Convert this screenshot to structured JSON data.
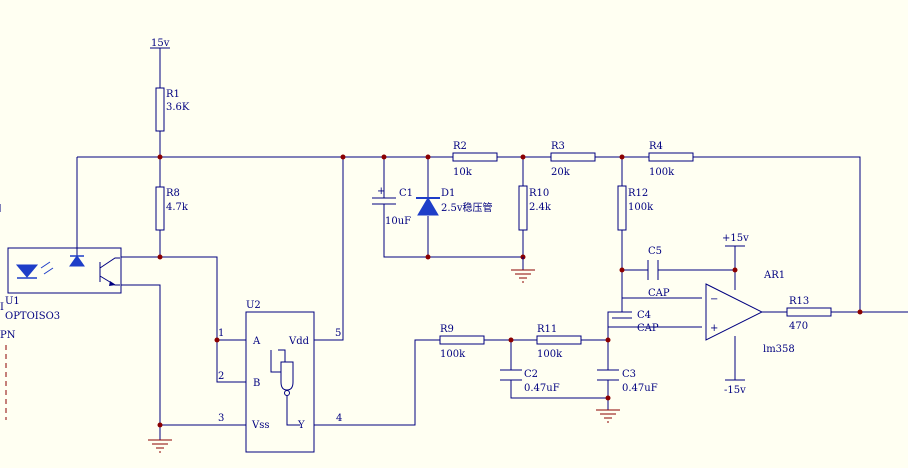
{
  "labels": {
    "vcc_top": "15v",
    "r1_name": "R1",
    "r1_val": "3.6K",
    "r8_name": "R8",
    "r8_val": "4.7k",
    "u1_name": "U1",
    "u1_part": "OPTOISO3",
    "pn": "PN",
    "pn_mark": "I",
    "u2_name": "U2",
    "u2_pin_a": "A",
    "u2_pin_b": "B",
    "u2_pin_vdd": "Vdd",
    "u2_pin_vss": "Vss",
    "u2_pin_y": "Y",
    "pin1": "1",
    "pin2": "2",
    "pin3": "3",
    "pin4": "4",
    "pin5": "5",
    "c1_name": "C1",
    "c1_val": "10uF",
    "d1_name": "D1",
    "d1_val": "2.5v稳压管",
    "r2_name": "R2",
    "r2_val": "10k",
    "r10_name": "R10",
    "r10_val": "2.4k",
    "r3_name": "R3",
    "r3_val": "20k",
    "r12_name": "R12",
    "r12_val": "100k",
    "r4_name": "R4",
    "r4_val": "100k",
    "c5_name": "C5",
    "c5_val": "CAP",
    "c4_name": "C4",
    "c4_val": "CAP",
    "vcc_amp": "+15v",
    "vee_amp": "-15v",
    "ar1_name": "AR1",
    "ar1_part": "lm358",
    "r13_name": "R13",
    "r13_val": "470",
    "r9_name": "R9",
    "r9_val": "100k",
    "r11_name": "R11",
    "r11_val": "100k",
    "c2_name": "C2",
    "c2_val": "0.47uF",
    "c3_name": "C3",
    "c3_val": "0.47uF"
  },
  "colors": {
    "background": "#FFFFF2",
    "wire": "#000080",
    "junction": "#8B0000",
    "ground": "#8B0000",
    "component_fill": "#FFFFF2",
    "diode": "#1E3EC8"
  },
  "icons": {
    "ground": "ground-symbol-icon",
    "led": "led-icon",
    "opamp": "opamp-triangle-icon",
    "zener": "zener-diode-icon"
  }
}
